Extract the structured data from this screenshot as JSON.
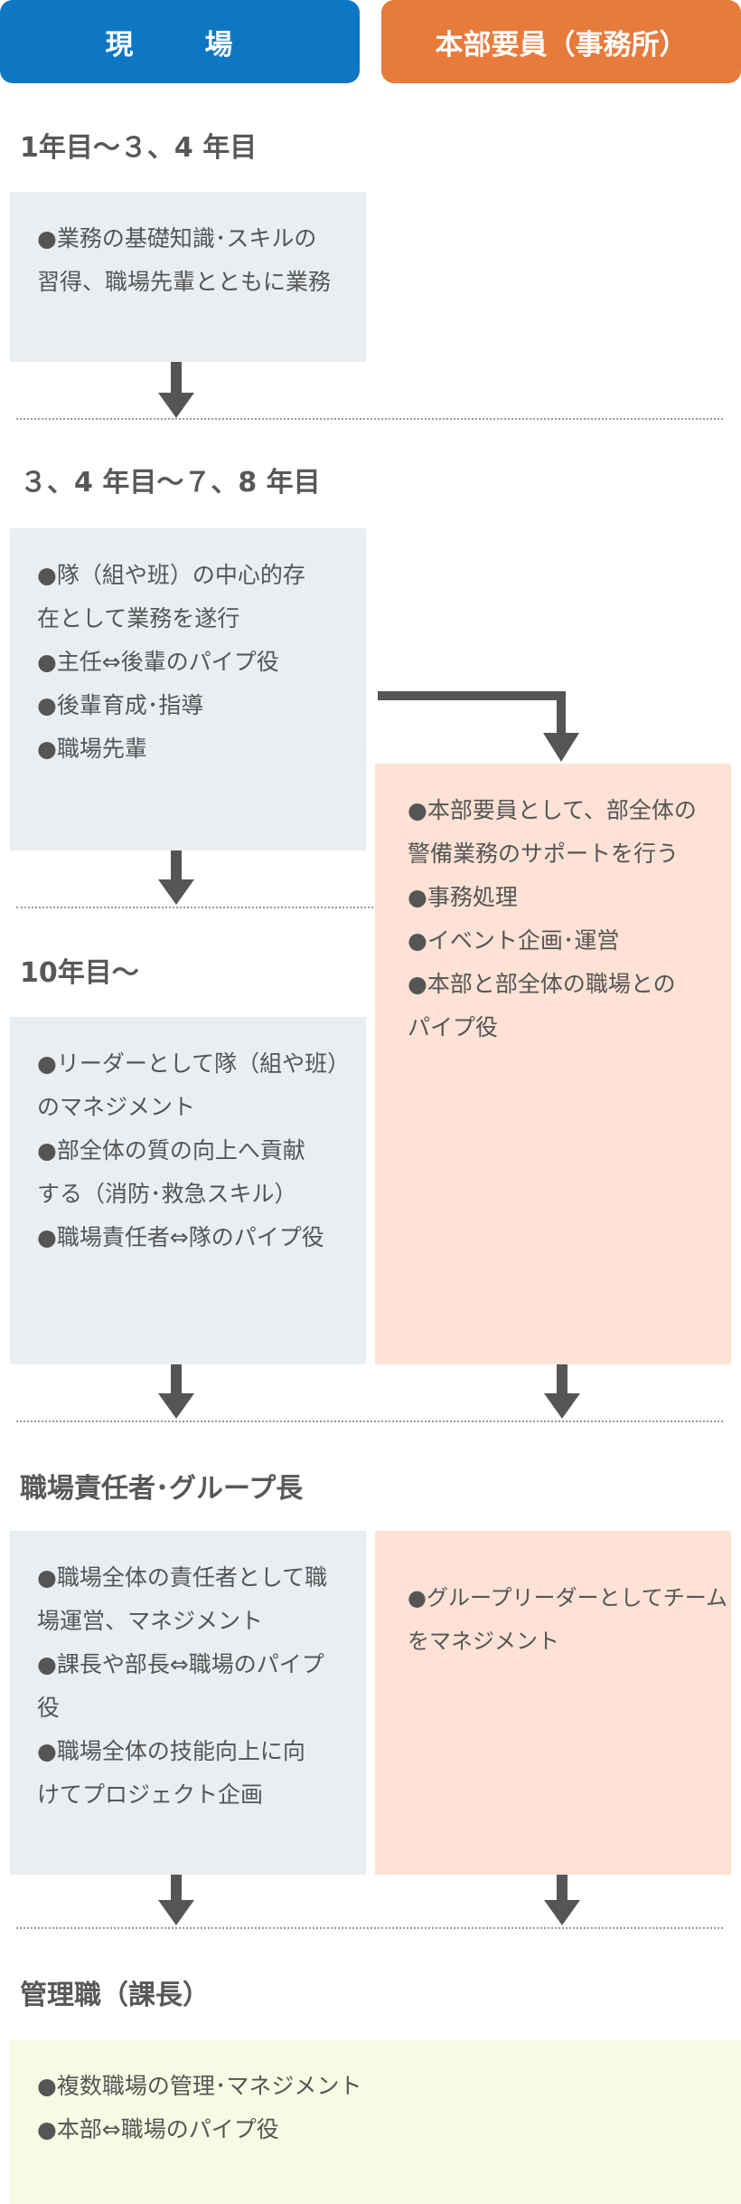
{
  "columns": {
    "genba": "現　場",
    "honbu": "本部要員（事務所）"
  },
  "stages": [
    {
      "title": "1年目〜３、4 年目"
    },
    {
      "title": "３、4 年目〜７、8 年目"
    },
    {
      "title": "10年目〜"
    },
    {
      "title": "職場責任者･グループ長"
    },
    {
      "title": "管理職（課長）"
    }
  ],
  "boxes": {
    "stage1_genba": [
      "●業務の基礎知識･スキルの",
      "習得、職場先輩とともに業務"
    ],
    "stage2_genba": [
      "●隊（組や班）の中心的存",
      "在として業務を遂行",
      "●主任⇔後輩のパイプ役",
      "●後輩育成･指導",
      "●職場先輩"
    ],
    "honbu_support": [
      "●本部要員として、部全体の",
      "警備業務のサポートを行う",
      "●事務処理",
      "●イベント企画･運営",
      "●本部と部全体の職場との",
      "パイプ役"
    ],
    "stage3_genba": [
      "●リーダーとして隊（組や班）",
      "のマネジメント",
      "●部全体の質の向上へ貢献",
      "する（消防･救急スキル）",
      "●職場責任者⇔隊のパイプ役"
    ],
    "stage4_genba": [
      "●職場全体の責任者として職",
      "場運営、マネジメント",
      "●課長や部長⇔職場のパイプ",
      "役",
      "●職場全体の技能向上に向",
      "けてプロジェクト企画"
    ],
    "stage4_honbu": [
      "●グループリーダーとしてチーム",
      "をマネジメント"
    ],
    "stage5": [
      "●複数職場の管理･マネジメント",
      "●本部⇔職場のパイプ役"
    ]
  },
  "colors": {
    "genba_header": "#0d77c4",
    "honbu_header": "#e77b3c",
    "genba_box": "#e9eef2",
    "honbu_box": "#fde2d5",
    "manager_box": "#f6fce3",
    "arrow": "#555555"
  }
}
